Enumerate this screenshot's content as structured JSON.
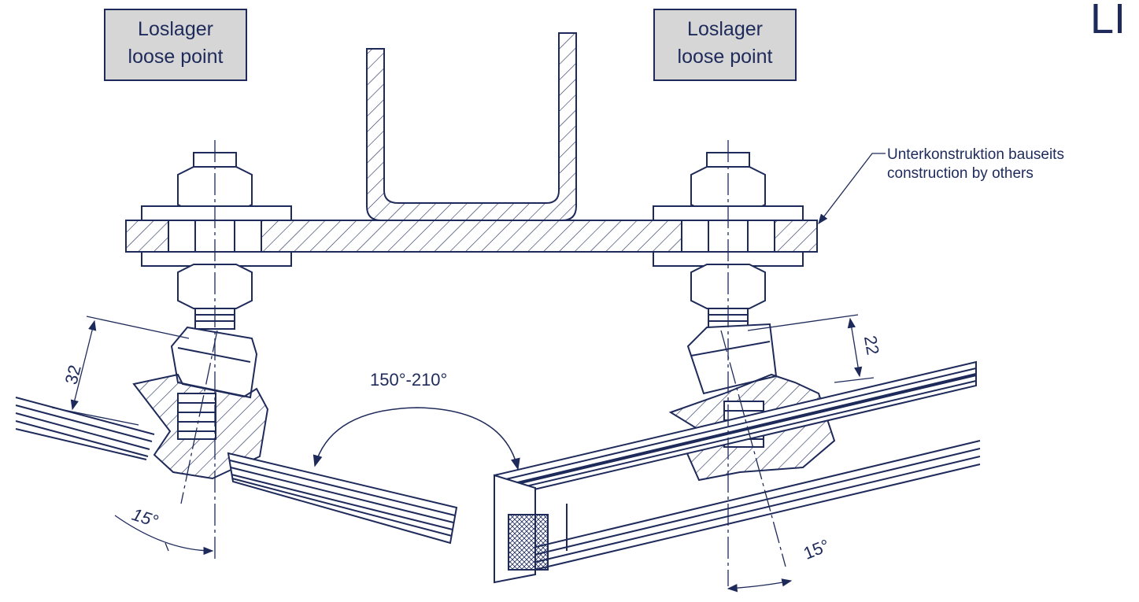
{
  "labels": {
    "left_box_de": "Loslager",
    "left_box_en": "loose point",
    "right_box_de": "Loslager",
    "right_box_en": "loose point",
    "note_de": "Unterkonstruktion bauseits",
    "note_en": "construction by others",
    "corner_logo": "LI"
  },
  "dimensions": {
    "left_height": "32",
    "right_height": "22",
    "left_angle": "15°",
    "right_angle": "15°",
    "angle_range": "150°-210°"
  },
  "colors": {
    "line": "#1e2a5a",
    "label_box_fill": "#d6d6d6"
  }
}
